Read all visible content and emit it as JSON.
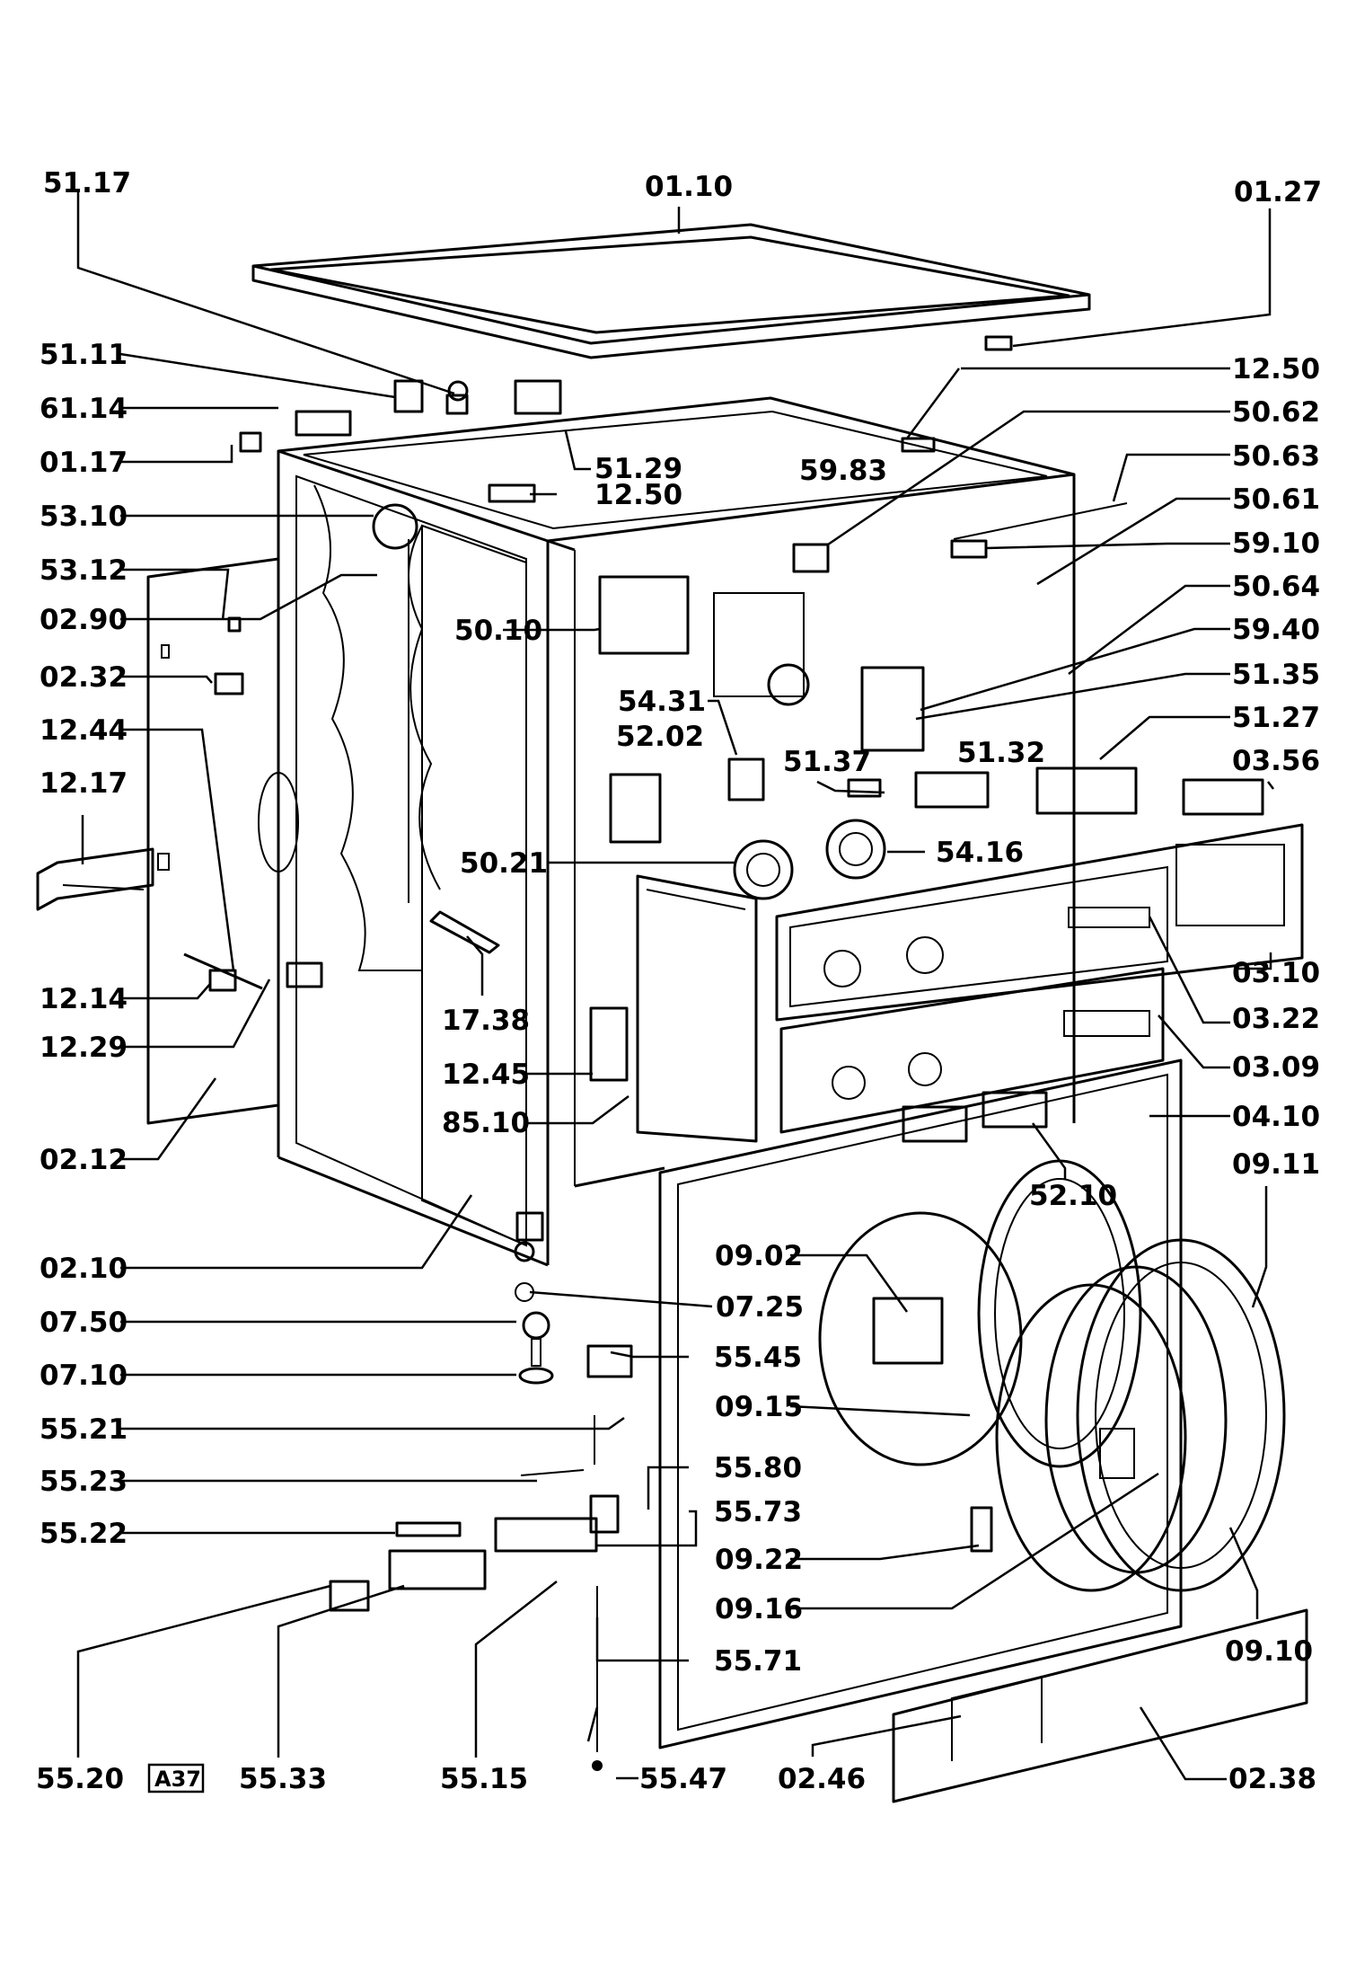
{
  "diagram": {
    "sheet_code": "A37",
    "labels": {
      "l5117": "51.17",
      "l0110": "01.10",
      "l0127": "01.27",
      "l1111": "51.11",
      "l1250a": "12.50",
      "l6114": "61.14",
      "l5062": "50.62",
      "l0117": "01.17",
      "l5129": "51.29",
      "l5063": "50.63",
      "l1250b": "12.50",
      "l5983": "59.83",
      "l5310": "53.10",
      "l5061": "50.61",
      "l5312": "53.12",
      "l5910": "59.10",
      "l0290": "02.90",
      "l5064": "50.64",
      "l5010": "50.10",
      "l5940": "59.40",
      "l0232": "02.32",
      "l5431": "54.31",
      "l5135": "51.35",
      "l5202": "52.02",
      "l1244": "12.44",
      "l5127": "51.27",
      "l5137": "51.37",
      "l5132": "51.32",
      "l0356": "03.56",
      "l1217": "12.17",
      "l5021": "50.21",
      "l5416": "54.16",
      "l0310": "03.10",
      "l1214": "12.14",
      "l1738": "17.38",
      "l0322": "03.22",
      "l1229": "12.29",
      "l1245": "12.45",
      "l0309": "03.09",
      "l8510": "85.10",
      "l0410": "04.10",
      "l0212": "02.12",
      "l0911": "09.11",
      "l5210": "52.10",
      "l0210": "02.10",
      "l0902": "09.02",
      "l0750": "07.50",
      "l0725": "07.25",
      "l5545": "55.45",
      "l0710": "07.10",
      "l0915": "09.15",
      "l5521": "55.21",
      "l5580": "55.80",
      "l5523": "55.23",
      "l5573": "55.73",
      "l5522": "55.22",
      "l0922": "09.22",
      "l0916": "09.16",
      "l0910": "09.10",
      "l5571": "55.71",
      "l5520": "55.20",
      "l5533": "55.33",
      "l5515": "55.15",
      "l5547": "55.47",
      "l0246": "02.46",
      "l0238": "02.38"
    }
  }
}
